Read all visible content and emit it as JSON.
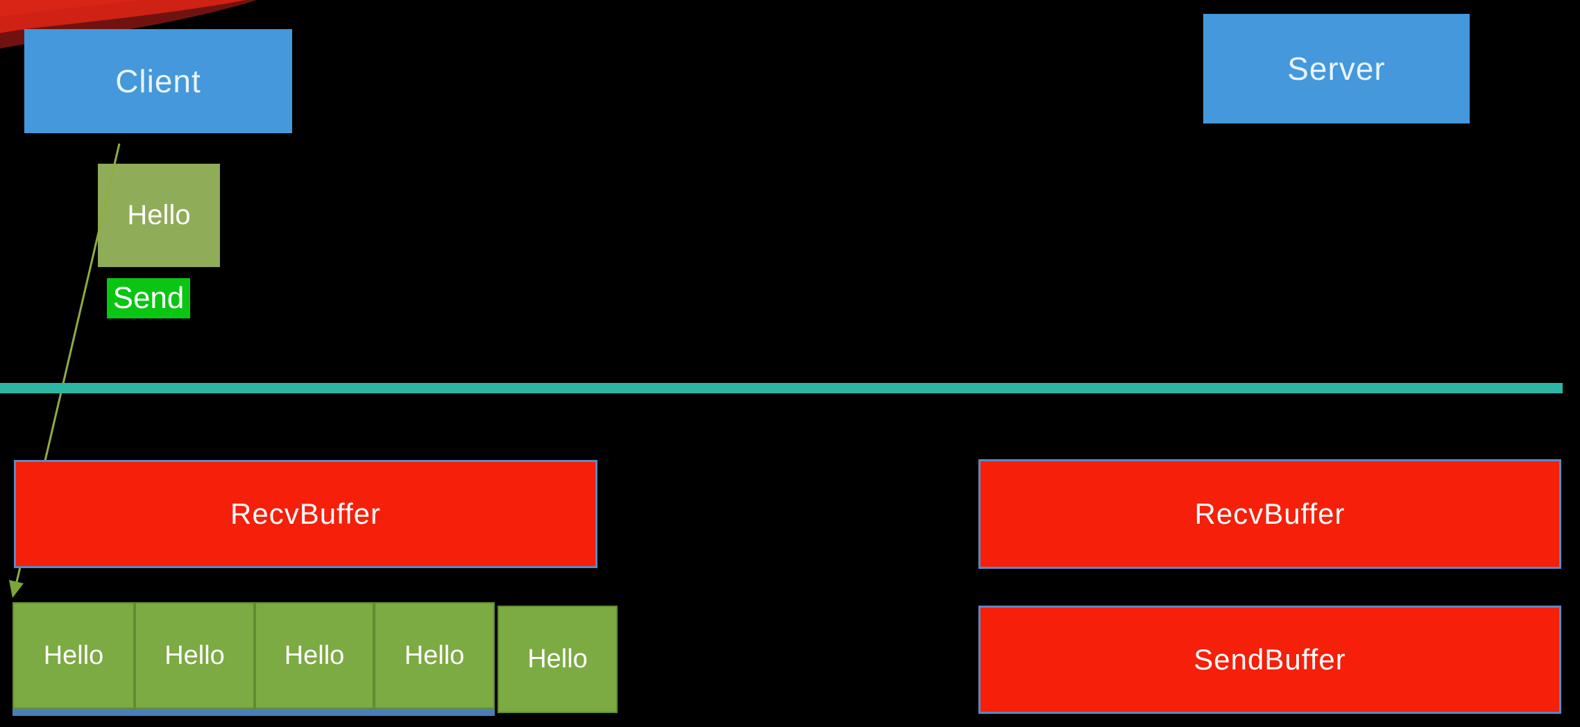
{
  "diagram": {
    "client": {
      "label": "Client"
    },
    "server": {
      "label": "Server"
    },
    "message": {
      "label": "Hello"
    },
    "send_action": {
      "label": "Send"
    },
    "client_recv_buffer": {
      "label": "RecvBuffer"
    },
    "server_recv_buffer": {
      "label": "RecvBuffer"
    },
    "server_send_buffer": {
      "label": "SendBuffer"
    },
    "client_recv_queue": {
      "items": [
        {
          "label": "Hello"
        },
        {
          "label": "Hello"
        },
        {
          "label": "Hello"
        },
        {
          "label": "Hello"
        },
        {
          "label": "Hello"
        }
      ]
    }
  },
  "colors": {
    "background": "#000000",
    "node_blue": "#4498db",
    "buffer_red": "#f51f0a",
    "buffer_border_blue": "#5b8ac2",
    "message_olive": "#8fac58",
    "queue_olive": "#7caa43",
    "send_green": "#0bc513",
    "network_teal": "#2cb6a3",
    "arrow_green": "#8fae3f",
    "corner_red_bright": "#cf2114",
    "corner_red_dark": "#701310",
    "queue_underline_blue": "#4a7ebb",
    "text_white": "#ffffff"
  }
}
